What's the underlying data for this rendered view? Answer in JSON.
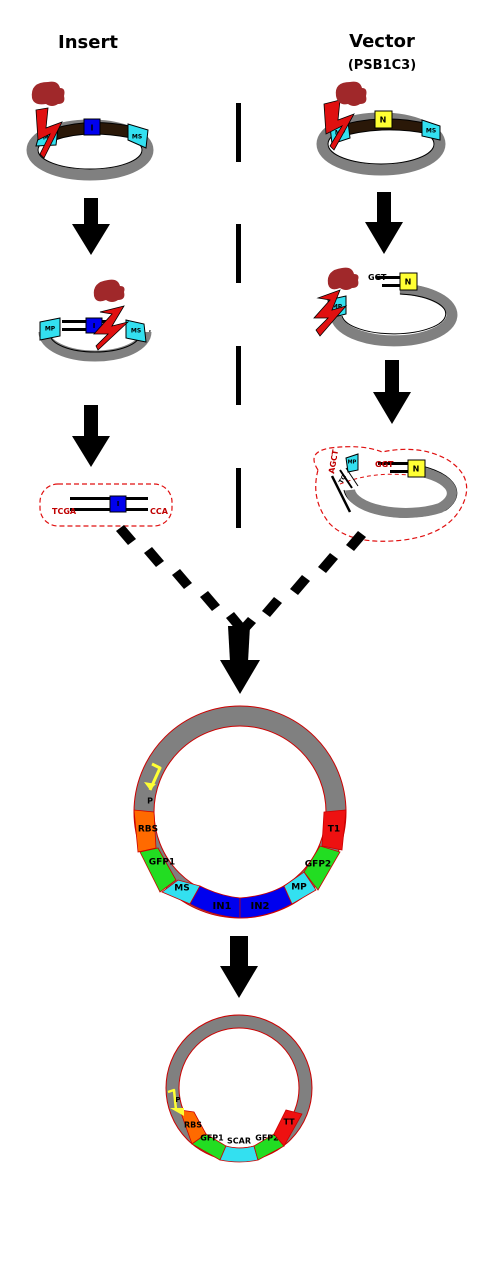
{
  "headers": {
    "insert": "Insert",
    "vector": "Vector",
    "vector_sub": "(PSB1C3)"
  },
  "part_labels": {
    "insert_part": "I",
    "vector_part": "N",
    "ms": "MS",
    "mp": "MP",
    "ms_small": "MS",
    "mp_small": "MP",
    "tg": "TG"
  },
  "overhangs": {
    "insert_left": "TCGA",
    "insert_right": "CCA",
    "vector_top": "GGT",
    "vector_cut_top": "GGT",
    "vector_cut_left": "AGCT"
  },
  "big_plasmid": {
    "p": "P",
    "rbs": "RBS",
    "gfp1": "GFP1",
    "ms": "MS",
    "in1": "IN1",
    "in2": "IN2",
    "mp": "MP",
    "gfp2": "GFP2",
    "t1": "T1"
  },
  "small_plasmid": {
    "p": "P",
    "rbs": "RBS",
    "gfp1": "GFP1",
    "scar": "SCAR",
    "gfp2": "GFP2",
    "tt": "TT"
  },
  "colors": {
    "backbone": "#808080",
    "enzyme": "#a0282a",
    "cut_red": "#e01010",
    "cyan": "#33e0f0",
    "insert_blue": "#0000ee",
    "insert_dark": "#1e40b0",
    "yellow": "#ffff33",
    "orange": "#ff6a00",
    "green": "#22dd22",
    "terminator": "#ee1111",
    "dark_brown": "#2a1808"
  }
}
